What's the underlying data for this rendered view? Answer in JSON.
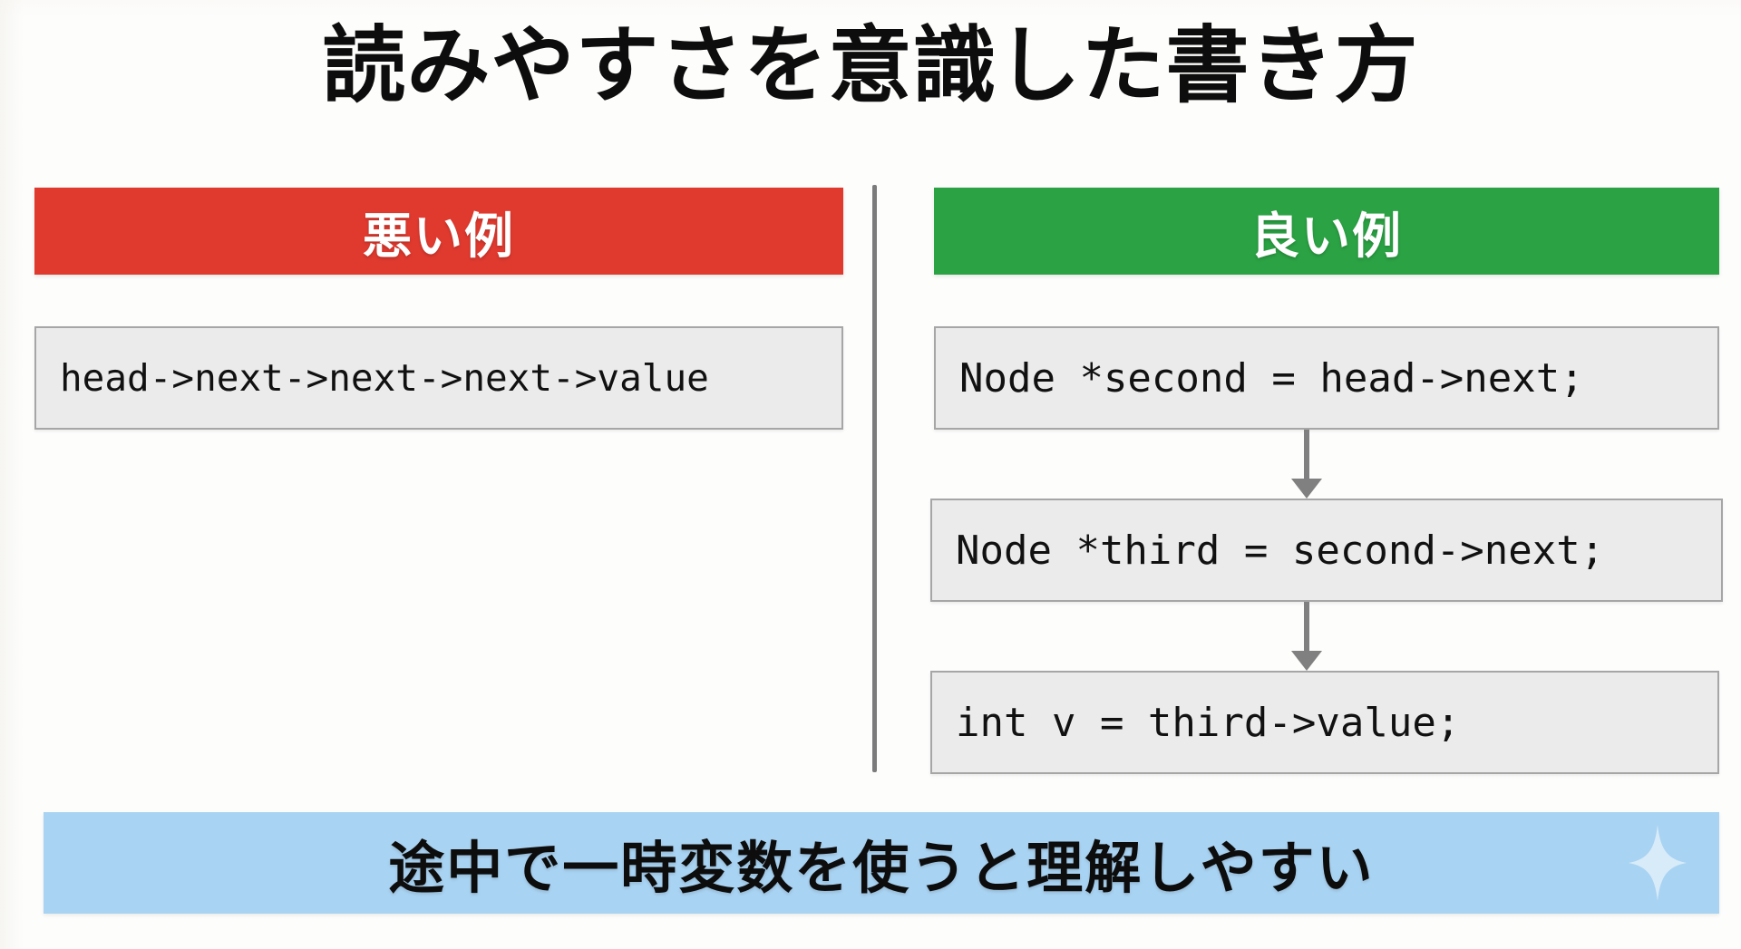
{
  "slide": {
    "title": "読みやすさを意識した書き方",
    "background_color": "#fdfdfc"
  },
  "columns": {
    "bad": {
      "header_label": "悪い例",
      "header_color": "#e03a2f",
      "code_lines": [
        "head->next->next->next->value"
      ]
    },
    "good": {
      "header_label": "良い例",
      "header_color": "#2ba244",
      "code_lines": [
        "Node *second = head->next;",
        "Node *third = second->next;",
        "int v = third->value;"
      ],
      "arrow_color": "#808080"
    }
  },
  "divider": {
    "color": "#7b7b7b"
  },
  "banner": {
    "text": "途中で一時変数を使うと理解しやすい",
    "background_color": "#a9d3f2",
    "icon": "sparkle-icon"
  }
}
